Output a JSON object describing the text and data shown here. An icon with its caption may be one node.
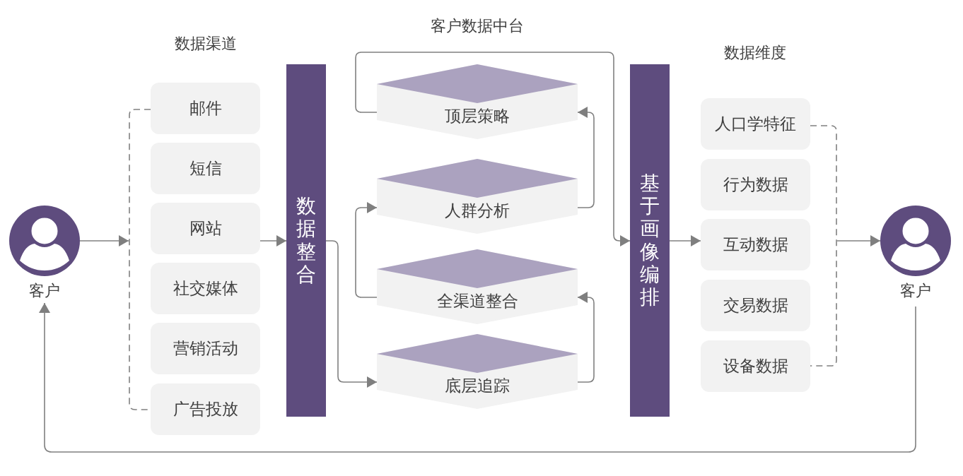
{
  "diagram": {
    "nodes": [
      {
        "text": [
          "客户"
        ]
      },
      {
        "text": [
          "邮件"
        ]
      },
      {
        "text": [
          "短信"
        ]
      },
      {
        "text": [
          "网站"
        ]
      },
      {
        "text": [
          "社交媒体"
        ]
      },
      {
        "text": [
          "营销活动"
        ]
      },
      {
        "text": [
          "广告投放"
        ]
      },
      {
        "text": [
          "数据整合"
        ]
      },
      {
        "text": [
          "顶层策略"
        ]
      },
      {
        "text": [
          "人群分析"
        ]
      },
      {
        "text": [
          "全渠道整合"
        ]
      },
      {
        "text": [
          "底层追踪"
        ]
      },
      {
        "text": [
          "基于画像编排"
        ]
      },
      {
        "text": [
          "人口学特征"
        ]
      },
      {
        "text": [
          "行为数据"
        ]
      },
      {
        "text": [
          "互动数据"
        ]
      },
      {
        "text": [
          "交易数据"
        ]
      },
      {
        "text": [
          "设备数据"
        ]
      },
      {
        "text": [
          "客户"
        ]
      },
      {
        "text": [],
        "shape": "bracket"
      },
      {
        "text": [],
        "shape": "bracket"
      }
    ],
    "edges": [
      {
        "from": 0,
        "to": 19,
        "arrow": "to"
      },
      {
        "from": 3,
        "to": 7,
        "arrow": "to"
      },
      {
        "from": 7,
        "to": 11,
        "arrow": "to"
      },
      {
        "from": 11,
        "to": 10,
        "arrow": "to"
      },
      {
        "from": 10,
        "to": 9,
        "arrow": "to"
      },
      {
        "from": 9,
        "to": 8,
        "arrow": "to"
      },
      {
        "from": 8,
        "to": 12,
        "arrow": "to"
      },
      {
        "from": 12,
        "to": 15,
        "arrow": "to"
      },
      {
        "from": 20,
        "to": 18,
        "arrow": "to"
      },
      {
        "from": 18,
        "to": 0,
        "arrow": "to"
      }
    ],
    "labels": [
      "数据渠道",
      "客户数据中台",
      "数据维度"
    ]
  }
}
